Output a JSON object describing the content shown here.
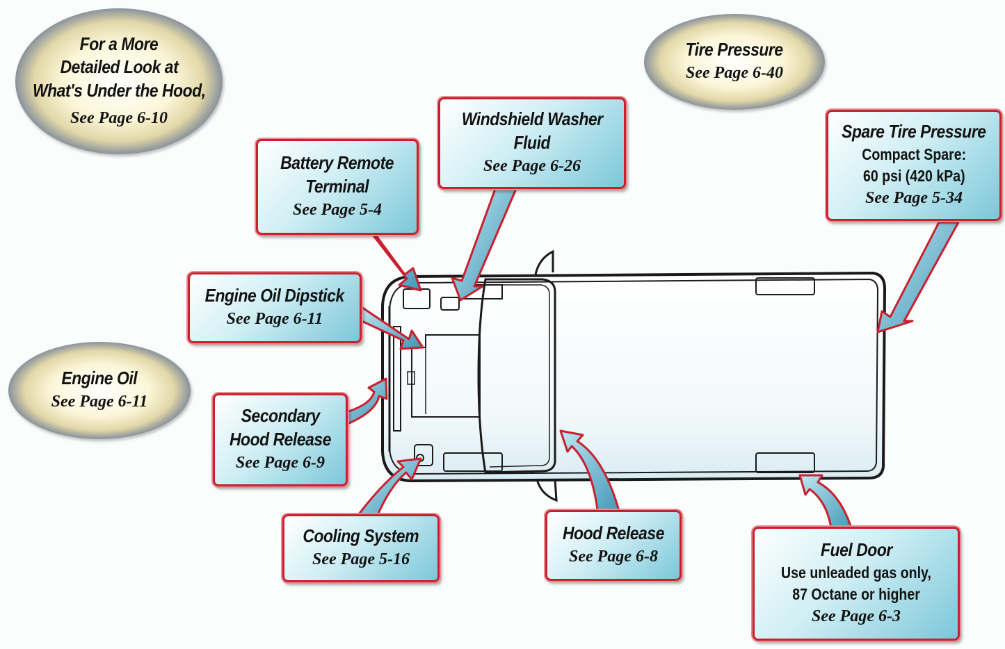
{
  "ovals": {
    "under_hood": {
      "lines": [
        "For a More",
        "Detailed Look at",
        "What's Under the Hood,"
      ],
      "page": "See Page 6-10"
    },
    "tire_pressure": {
      "title": "Tire Pressure",
      "page": "See Page 6-40"
    },
    "engine_oil": {
      "title": "Engine Oil",
      "page": "See Page 6-11"
    }
  },
  "callouts": {
    "battery": {
      "lines": [
        "Battery Remote",
        "Terminal"
      ],
      "page": "See Page 5-4"
    },
    "washer": {
      "lines": [
        "Windshield Washer",
        "Fluid"
      ],
      "page": "See Page 6-26"
    },
    "spare": {
      "title": "Spare Tire Pressure",
      "lines": [
        "Compact Spare:",
        "60 psi (420 kPa)"
      ],
      "page": "See Page 5-34"
    },
    "dipstick": {
      "title": "Engine Oil Dipstick",
      "page": "See Page 6-11"
    },
    "secondary_hood": {
      "lines": [
        "Secondary",
        "Hood Release"
      ],
      "page": "See Page 6-9"
    },
    "cooling": {
      "title": "Cooling System",
      "page": "See Page 5-16"
    },
    "hood_release": {
      "title": "Hood Release",
      "page": "See Page 6-8"
    },
    "fuel_door": {
      "title": "Fuel Door",
      "lines": [
        "Use unleaded gas only,",
        "87 Octane or higher"
      ],
      "page": "See Page 6-3"
    }
  },
  "colors": {
    "border": "#c8202e",
    "arrow_fill": "#5aaec8",
    "oval_edge": "#1f3677"
  }
}
